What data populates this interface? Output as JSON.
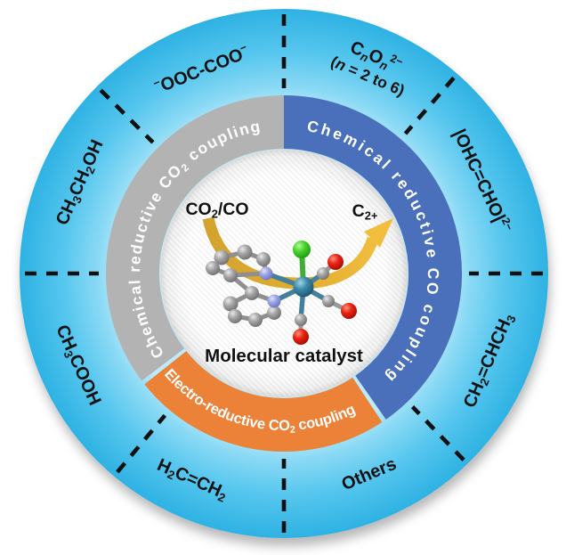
{
  "figure": {
    "center_caption": "Molecular catalyst",
    "input_label": [
      {
        "t": "CO"
      },
      {
        "t": "2",
        "s": "sub"
      },
      {
        "t": "/CO"
      }
    ],
    "output_label": [
      {
        "t": "C"
      },
      {
        "t": "2+",
        "s": "sub"
      }
    ],
    "bands": [
      {
        "id": "chemical-reductive-co2-coupling",
        "label": [
          {
            "t": "Chemical reductive CO"
          },
          {
            "t": "2",
            "s": "sub"
          },
          {
            "t": " coupling"
          }
        ],
        "color": "#b3b3b3"
      },
      {
        "id": "chemical-reductive-co-coupling",
        "label": [
          {
            "t": "Chemical reductive CO coupling"
          }
        ],
        "color": "#4a6fbb"
      },
      {
        "id": "electro-reductive-co2-coupling",
        "label": [
          {
            "t": "Electro-reductive CO"
          },
          {
            "t": "2",
            "s": "sub"
          },
          {
            "t": " coupling"
          }
        ],
        "color": "#ec8138"
      }
    ],
    "products": [
      {
        "id": "oxalate",
        "segments": [
          {
            "t": "−",
            "s": "sup"
          },
          {
            "t": "OOC-COO"
          },
          {
            "t": "−",
            "s": "sup"
          }
        ]
      },
      {
        "id": "cn-on",
        "line1": [
          {
            "t": "C"
          },
          {
            "t": "n",
            "s": "sub",
            "i": true
          },
          {
            "t": "O"
          },
          {
            "t": "n",
            "s": "sub",
            "i": true
          },
          {
            "t": "2−",
            "s": "sup"
          }
        ],
        "line2": [
          {
            "t": "("
          },
          {
            "t": "n",
            "i": true
          },
          {
            "t": " = 2 to 6)"
          }
        ]
      },
      {
        "id": "glyoxal",
        "segments": [
          {
            "t": "|OHC=CHO|"
          },
          {
            "t": "2−",
            "s": "sup"
          }
        ]
      },
      {
        "id": "propene",
        "segments": [
          {
            "t": "CH"
          },
          {
            "t": "2",
            "s": "sub"
          },
          {
            "t": "=CHCH"
          },
          {
            "t": "3",
            "s": "sub"
          }
        ]
      },
      {
        "id": "others",
        "segments": [
          {
            "t": "Others"
          }
        ]
      },
      {
        "id": "ethylene",
        "segments": [
          {
            "t": "H"
          },
          {
            "t": "2",
            "s": "sub"
          },
          {
            "t": "C=CH"
          },
          {
            "t": "2",
            "s": "sub"
          }
        ]
      },
      {
        "id": "acetic-acid",
        "segments": [
          {
            "t": "CH"
          },
          {
            "t": "3",
            "s": "sub"
          },
          {
            "t": "COOH"
          }
        ]
      },
      {
        "id": "ethanol",
        "segments": [
          {
            "t": "CH"
          },
          {
            "t": "3",
            "s": "sub"
          },
          {
            "t": "CH"
          },
          {
            "t": "2",
            "s": "sub"
          },
          {
            "t": "OH"
          }
        ]
      }
    ],
    "colors": {
      "outer_ring_light": "#b9eafa",
      "outer_ring_mid": "#55c6ee",
      "outer_ring_deep": "#2eb2e3",
      "band_gray": "#b3b3b3",
      "band_blue": "#4a6fbb",
      "band_orange": "#ec8138",
      "band_text": "#ffffff",
      "separator": "#111111",
      "label_text": "#121212",
      "arrow_gold": "#eab22e",
      "atom_carbon": "#8f8f8f",
      "atom_nitrogen": "#959ddf",
      "atom_oxygen": "#dc1405",
      "atom_chlorine": "#2fc31b",
      "atom_metal": "#2e7d9c"
    }
  },
  "layout": {
    "separator_angles_deg": [
      0,
      41,
      90,
      136,
      180,
      220,
      270,
      315
    ]
  }
}
